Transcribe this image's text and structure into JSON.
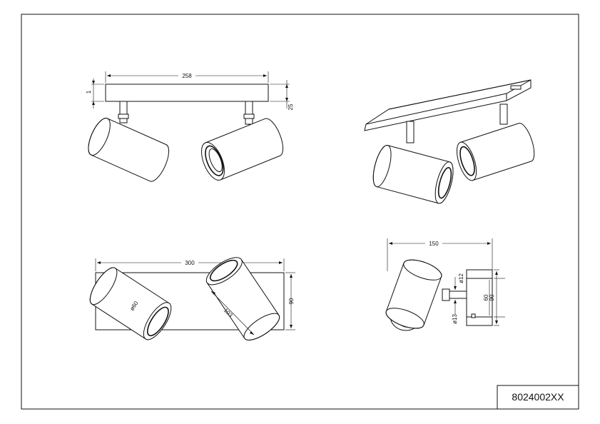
{
  "dimensions": {
    "top_width": "258",
    "top_plate_thickness": "1",
    "top_height": "25",
    "plan_width": "300",
    "plan_depth": "90",
    "diameter_head": "ø60",
    "head_length": "103",
    "side_width": "150",
    "side_stem_diameter": "ø12",
    "side_joint_diameter": "ø13",
    "side_inner_height": "60",
    "side_outer_height": "90"
  },
  "title_block": {
    "product_code": "8024002XX"
  }
}
